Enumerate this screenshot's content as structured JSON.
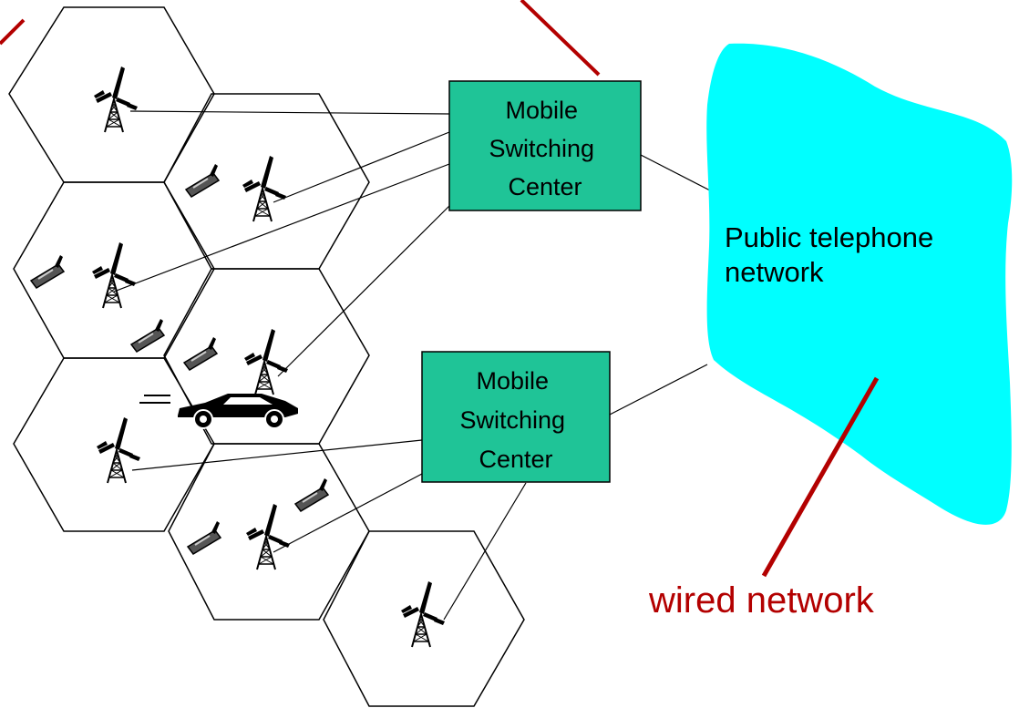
{
  "colors": {
    "msc_fill": "#1fc497",
    "cloud_fill": "#00ffff",
    "callout": "#b30000",
    "line": "#000000"
  },
  "msc_top": {
    "lines": [
      "Mobile",
      "Switching",
      "Center"
    ]
  },
  "msc_bottom": {
    "lines": [
      "Mobile",
      "Switching",
      "Center"
    ]
  },
  "cloud": {
    "lines": [
      "Public telephone",
      "network"
    ]
  },
  "callout": {
    "text": "wired network"
  },
  "icons": [
    "antenna-tower-icon",
    "cell-phone-icon",
    "car-icon"
  ]
}
